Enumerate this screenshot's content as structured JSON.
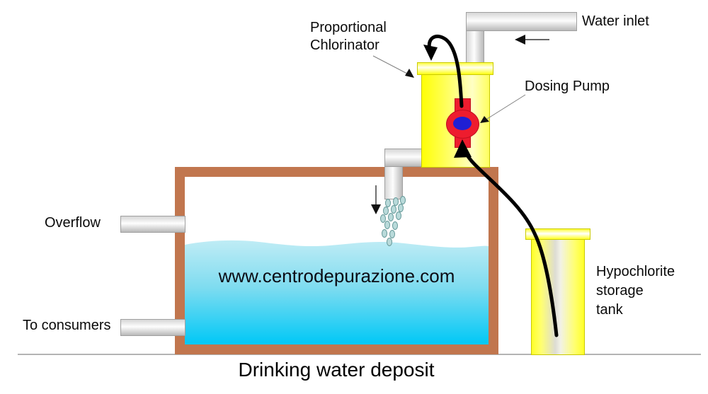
{
  "colors": {
    "tank_border": "#c1764e",
    "water_top": "#bfecf5",
    "water_mid": "#7fdcf0",
    "water_bottom": "#00c8f6",
    "chlorinator_yellow": "#ffff33",
    "pump_red": "#ee1c2e",
    "pump_blue": "#1f1fd4",
    "pipe_gray": "#d7d7d7",
    "tube_black": "#000000",
    "droplet_fill": "#b9dada",
    "droplet_stroke": "#679a9a"
  },
  "labels": {
    "proportional_chlorinator": "Proportional\nChlorinator",
    "water_inlet": "Water inlet",
    "dosing_pump": "Dosing Pump",
    "overflow": "Overflow",
    "to_consumers": "To consumers",
    "hypochlorite_tank": "Hypochlorite\nstorage\ntank",
    "watermark": "www.centrodepurazione.com",
    "title": "Drinking water deposit"
  }
}
